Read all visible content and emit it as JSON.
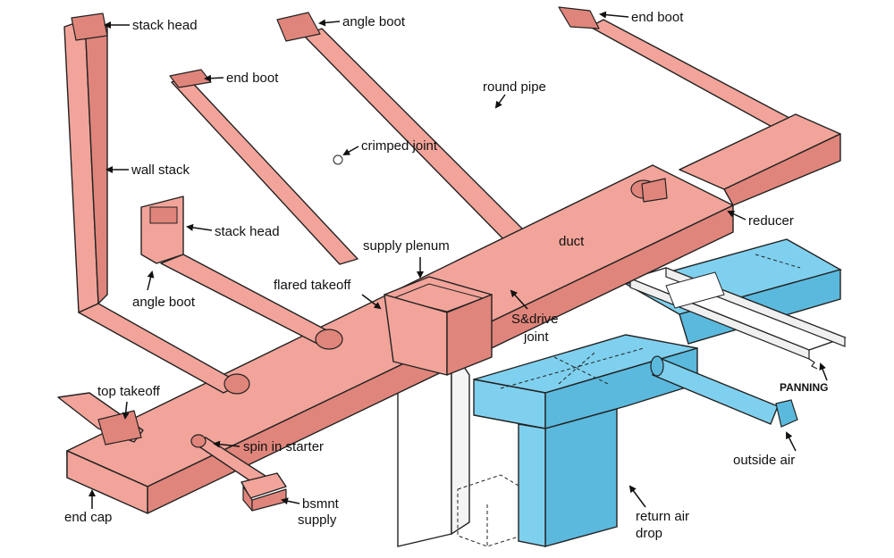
{
  "colors": {
    "supply": "#f2a49a",
    "supply_dark": "#e0857b",
    "return": "#7fd0ee",
    "return_dark": "#5bb9dd",
    "outline": "#222222",
    "background": "#ffffff"
  },
  "labels": {
    "stack_head_top": "stack head",
    "angle_boot_top": "angle boot",
    "end_boot_right": "end boot",
    "end_boot_left": "end boot",
    "round_pipe": "round pipe",
    "crimped_joint": "crimped joint",
    "wall_stack": "wall stack",
    "reducer": "reducer",
    "stack_head_mid": "stack head",
    "duct": "duct",
    "supply_plenum": "supply plenum",
    "flared_takeoff": "flared takeoff",
    "angle_boot_mid": "angle boot",
    "sdrive_line1": "S&drive",
    "sdrive_line2": "joint",
    "panning": "PANNING",
    "top_takeoff": "top takeoff",
    "spin_in_starter": "spin in starter",
    "outside_air": "outside air",
    "end_cap": "end cap",
    "bsmnt_line1": "bsmnt",
    "bsmnt_line2": "supply",
    "return_line1": "return air",
    "return_line2": "drop"
  }
}
